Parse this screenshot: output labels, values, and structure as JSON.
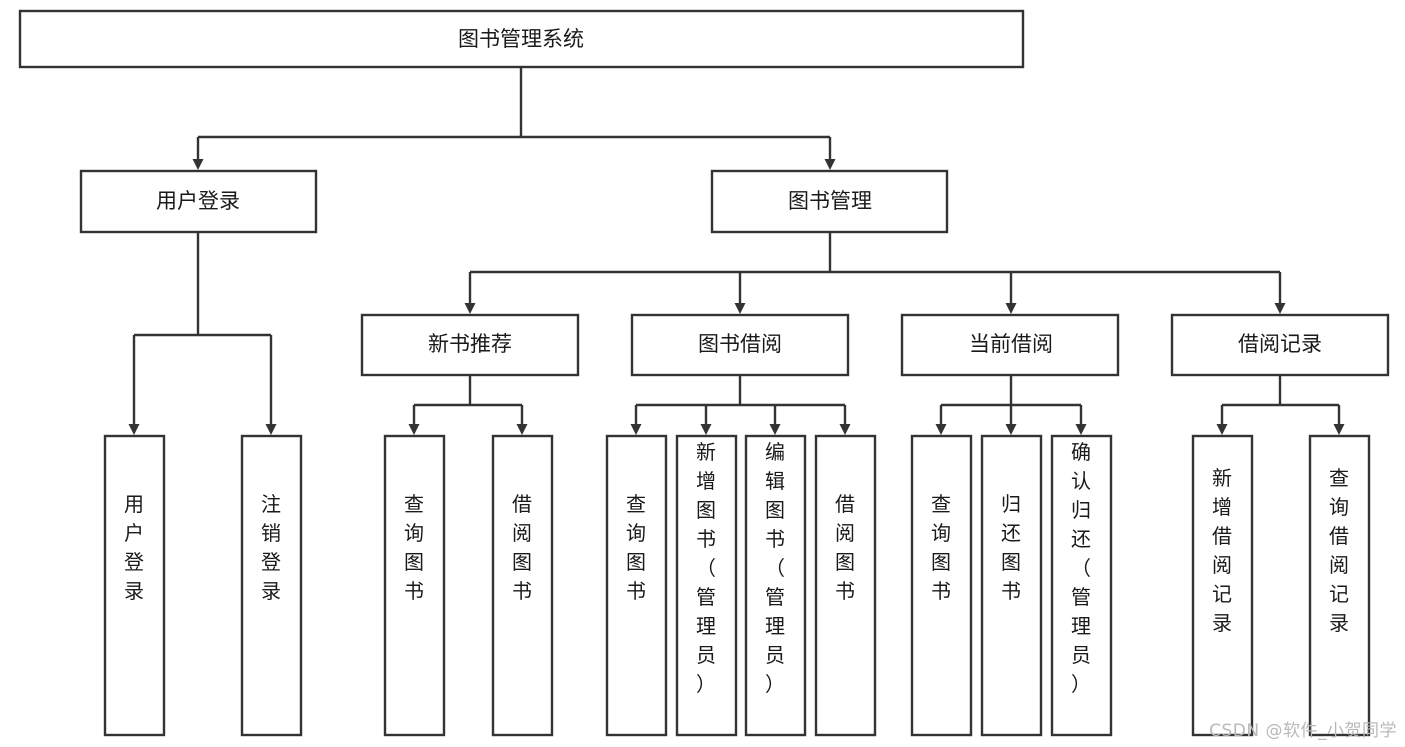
{
  "diagram": {
    "type": "tree-hierarchy",
    "orientation": "top-down",
    "root": {
      "id": "root",
      "label": "图书管理系统"
    },
    "level2": [
      {
        "id": "user-login",
        "label": "用户登录"
      },
      {
        "id": "book-manage",
        "label": "图书管理"
      }
    ],
    "level3": [
      {
        "id": "new-book-rec",
        "label": "新书推荐",
        "parent": "book-manage"
      },
      {
        "id": "book-borrow",
        "label": "图书借阅",
        "parent": "book-manage"
      },
      {
        "id": "current-borrow",
        "label": "当前借阅",
        "parent": "book-manage"
      },
      {
        "id": "borrow-record",
        "label": "借阅记录",
        "parent": "book-manage"
      }
    ],
    "leaves": {
      "user-login": [
        {
          "id": "leaf-user-login",
          "label": "用户登录"
        },
        {
          "id": "leaf-logout",
          "label": "注销登录"
        }
      ],
      "new-book-rec": [
        {
          "id": "leaf-query-book-1",
          "label": "查询图书"
        },
        {
          "id": "leaf-borrow-book-1",
          "label": "借阅图书"
        }
      ],
      "book-borrow": [
        {
          "id": "leaf-query-book-2",
          "label": "查询图书"
        },
        {
          "id": "leaf-add-book",
          "label": "新增图书（管理员）"
        },
        {
          "id": "leaf-edit-book",
          "label": "编辑图书（管理员）"
        },
        {
          "id": "leaf-borrow-book-2",
          "label": "借阅图书"
        }
      ],
      "current-borrow": [
        {
          "id": "leaf-query-book-3",
          "label": "查询图书"
        },
        {
          "id": "leaf-return-book",
          "label": "归还图书"
        },
        {
          "id": "leaf-confirm-return",
          "label": "确认归还（管理员）"
        }
      ],
      "borrow-record": [
        {
          "id": "leaf-add-record",
          "label": "新增借阅记录"
        },
        {
          "id": "leaf-query-record",
          "label": "查询借阅记录"
        }
      ]
    }
  },
  "watermark": {
    "text": "CSDN @软件_小贺同学"
  },
  "colors": {
    "box_stroke": "#333333",
    "box_fill": "#ffffff",
    "text": "#1a1a1a",
    "watermark": "#b9b9b9",
    "background": "#ffffff"
  }
}
